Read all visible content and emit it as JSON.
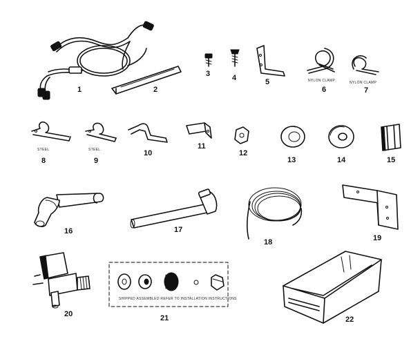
{
  "parts": [
    {
      "id": "1",
      "label": "1"
    },
    {
      "id": "2",
      "label": "2"
    },
    {
      "id": "3",
      "label": "3"
    },
    {
      "id": "4",
      "label": "4"
    },
    {
      "id": "5",
      "label": "5"
    },
    {
      "id": "6",
      "label": "6",
      "caption": "NYLON CLAMP"
    },
    {
      "id": "7",
      "label": "7",
      "caption": "NYLON CLAMP"
    },
    {
      "id": "8",
      "label": "8",
      "caption": "STEEL"
    },
    {
      "id": "9",
      "label": "9",
      "caption": "STEEL"
    },
    {
      "id": "10",
      "label": "10"
    },
    {
      "id": "11",
      "label": "11"
    },
    {
      "id": "12",
      "label": "12"
    },
    {
      "id": "13",
      "label": "13"
    },
    {
      "id": "14",
      "label": "14"
    },
    {
      "id": "15",
      "label": "15"
    },
    {
      "id": "16",
      "label": "16"
    },
    {
      "id": "17",
      "label": "17"
    },
    {
      "id": "18",
      "label": "18"
    },
    {
      "id": "19",
      "label": "19"
    },
    {
      "id": "20",
      "label": "20"
    },
    {
      "id": "21",
      "label": "21",
      "caption": "SHIPPED ASSEMBLED REFER TO INSTALLATION INSTRUCTIONS"
    },
    {
      "id": "22",
      "label": "22"
    }
  ],
  "colors": {
    "ink": "#111111",
    "paper": "#ffffff"
  }
}
